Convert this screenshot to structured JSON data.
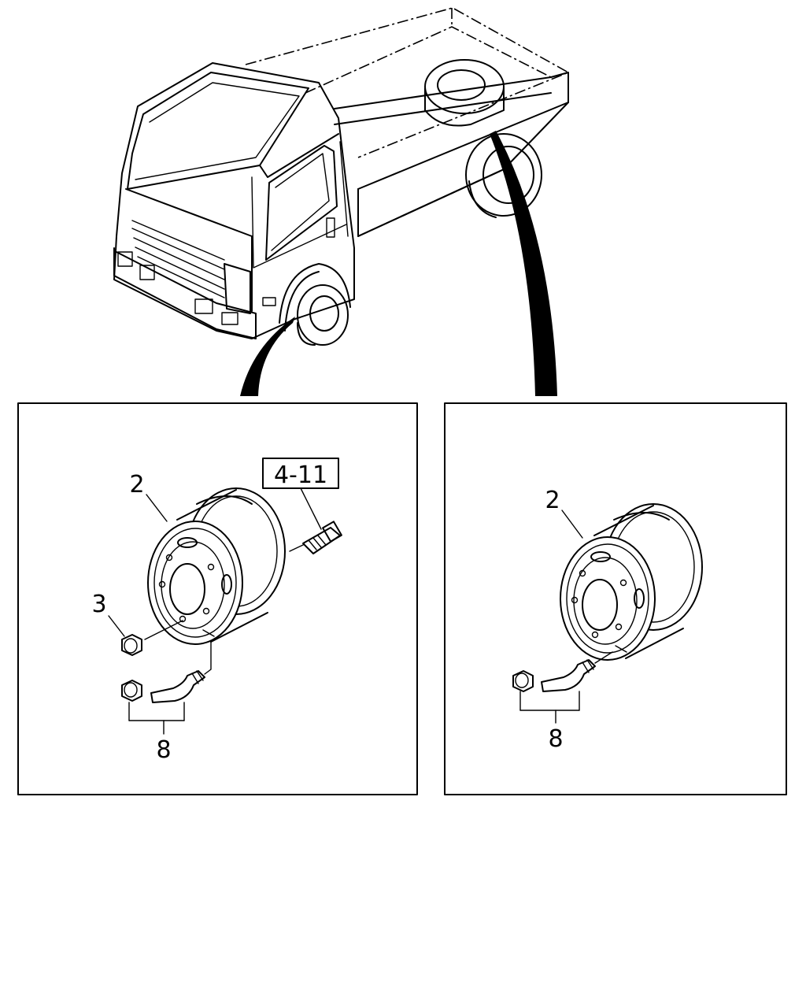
{
  "callouts": {
    "left_wheel": "2",
    "left_nut": "3",
    "left_valve": "8",
    "left_reference": "4-11",
    "right_wheel": "2",
    "right_valve": "8"
  }
}
